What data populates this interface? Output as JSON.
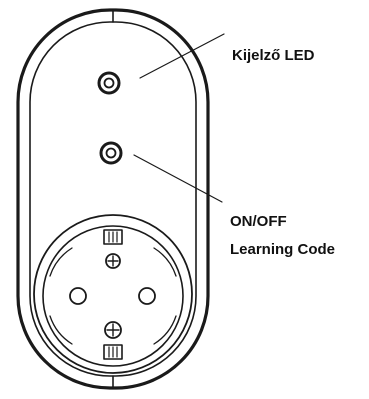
{
  "labels": {
    "led": "Kijelző LED",
    "power": "ON/OFF",
    "learning": "Learning Code"
  },
  "icons": {
    "led": "indicator-led-icon",
    "button": "power-button-icon",
    "socket": "schuko-socket-icon"
  },
  "colors": {
    "stroke": "#1a1a1a",
    "background": "#ffffff"
  }
}
